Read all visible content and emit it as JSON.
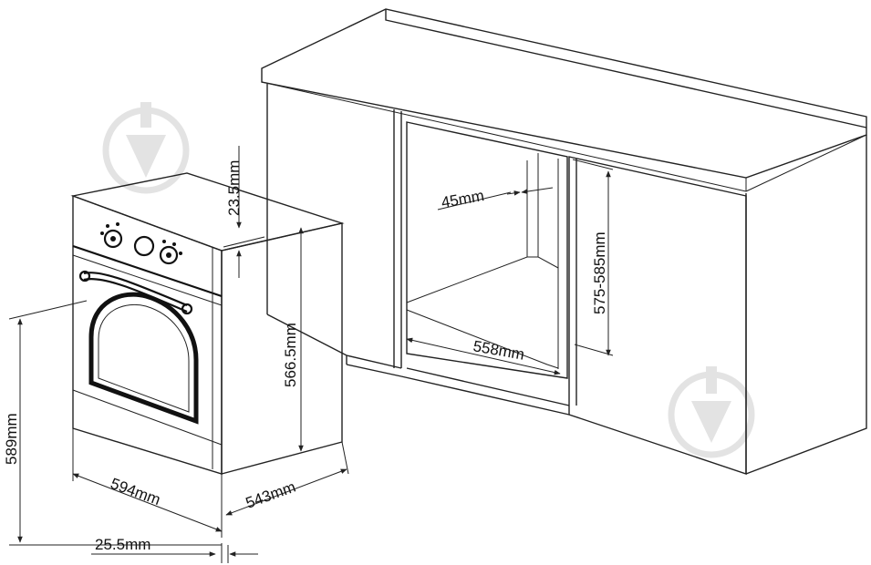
{
  "diagram": {
    "labels": {
      "top_offset": "23.5mm",
      "oven_height": "566.5mm",
      "total_height": "589mm",
      "width": "594mm",
      "depth": "543mm",
      "front_offset": "25.5mm",
      "back_gap": "45mm",
      "niche_width": "558mm",
      "niche_height": "575-585mm"
    },
    "colors": {
      "line": "#222222",
      "watermark": "#e3e3e3",
      "background": "#ffffff"
    },
    "icons": [
      "watermark-logo-icon"
    ]
  }
}
